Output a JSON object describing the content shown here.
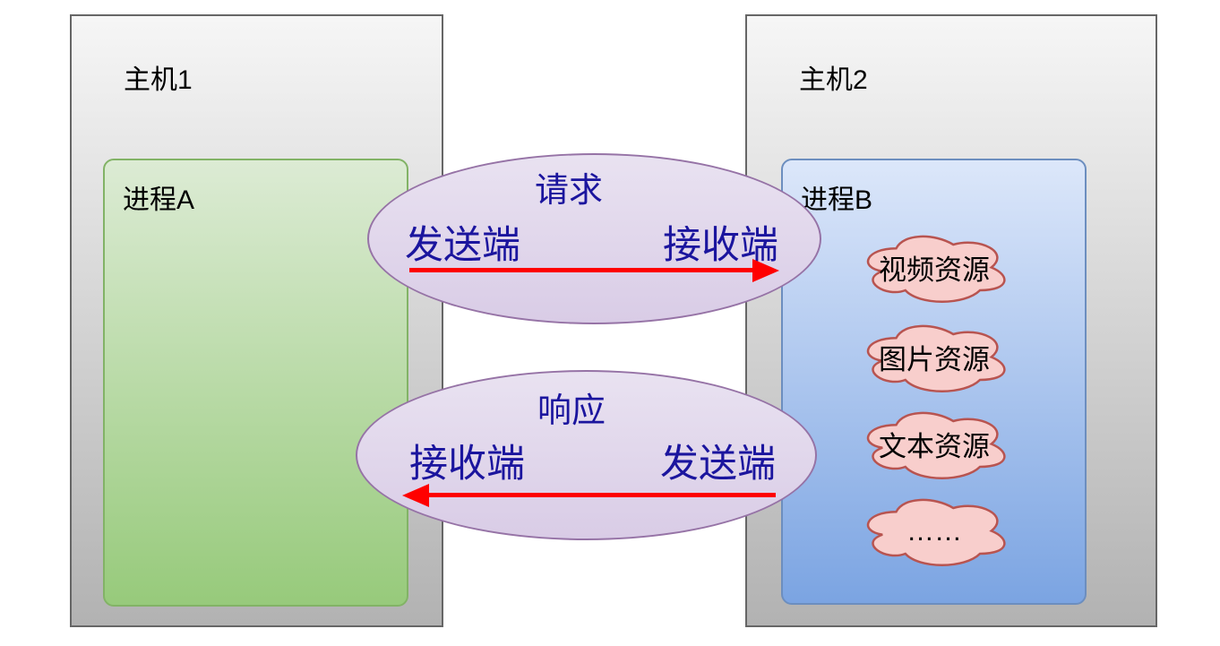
{
  "diagram": {
    "host1": {
      "label": "主机1"
    },
    "host2": {
      "label": "主机2"
    },
    "process_a": {
      "label": "进程A"
    },
    "process_b": {
      "label": "进程B"
    },
    "request": {
      "title": "请求",
      "sender_label": "发送端",
      "receiver_label": "接收端",
      "arrow_direction": "left-to-right"
    },
    "response": {
      "title": "响应",
      "receiver_label": "接收端",
      "sender_label": "发送端",
      "arrow_direction": "right-to-left"
    },
    "resources": [
      "视频资源",
      "图片资源",
      "文本资源",
      "……"
    ]
  },
  "colors": {
    "background": "#ffffff",
    "host_border": "#666666",
    "host_fill_top": "#f6f6f6",
    "host_fill_bottom": "#b2b2b2",
    "process_a_border": "#82b366",
    "process_a_fill_top": "#dcebd4",
    "process_a_fill_bottom": "#97ca7b",
    "process_b_border": "#6c8ebf",
    "process_b_fill_top": "#dce7fa",
    "process_b_fill_bottom": "#7ba4e2",
    "ellipse_border": "#9673a6",
    "ellipse_fill_top": "#e9e2f1",
    "ellipse_fill_bottom": "#d9cce6",
    "cloud_border": "#b85450",
    "cloud_fill": "#f8cecc",
    "label_text": "#000000",
    "ellipse_text": "#1b159e",
    "arrow": "#ff0000"
  }
}
